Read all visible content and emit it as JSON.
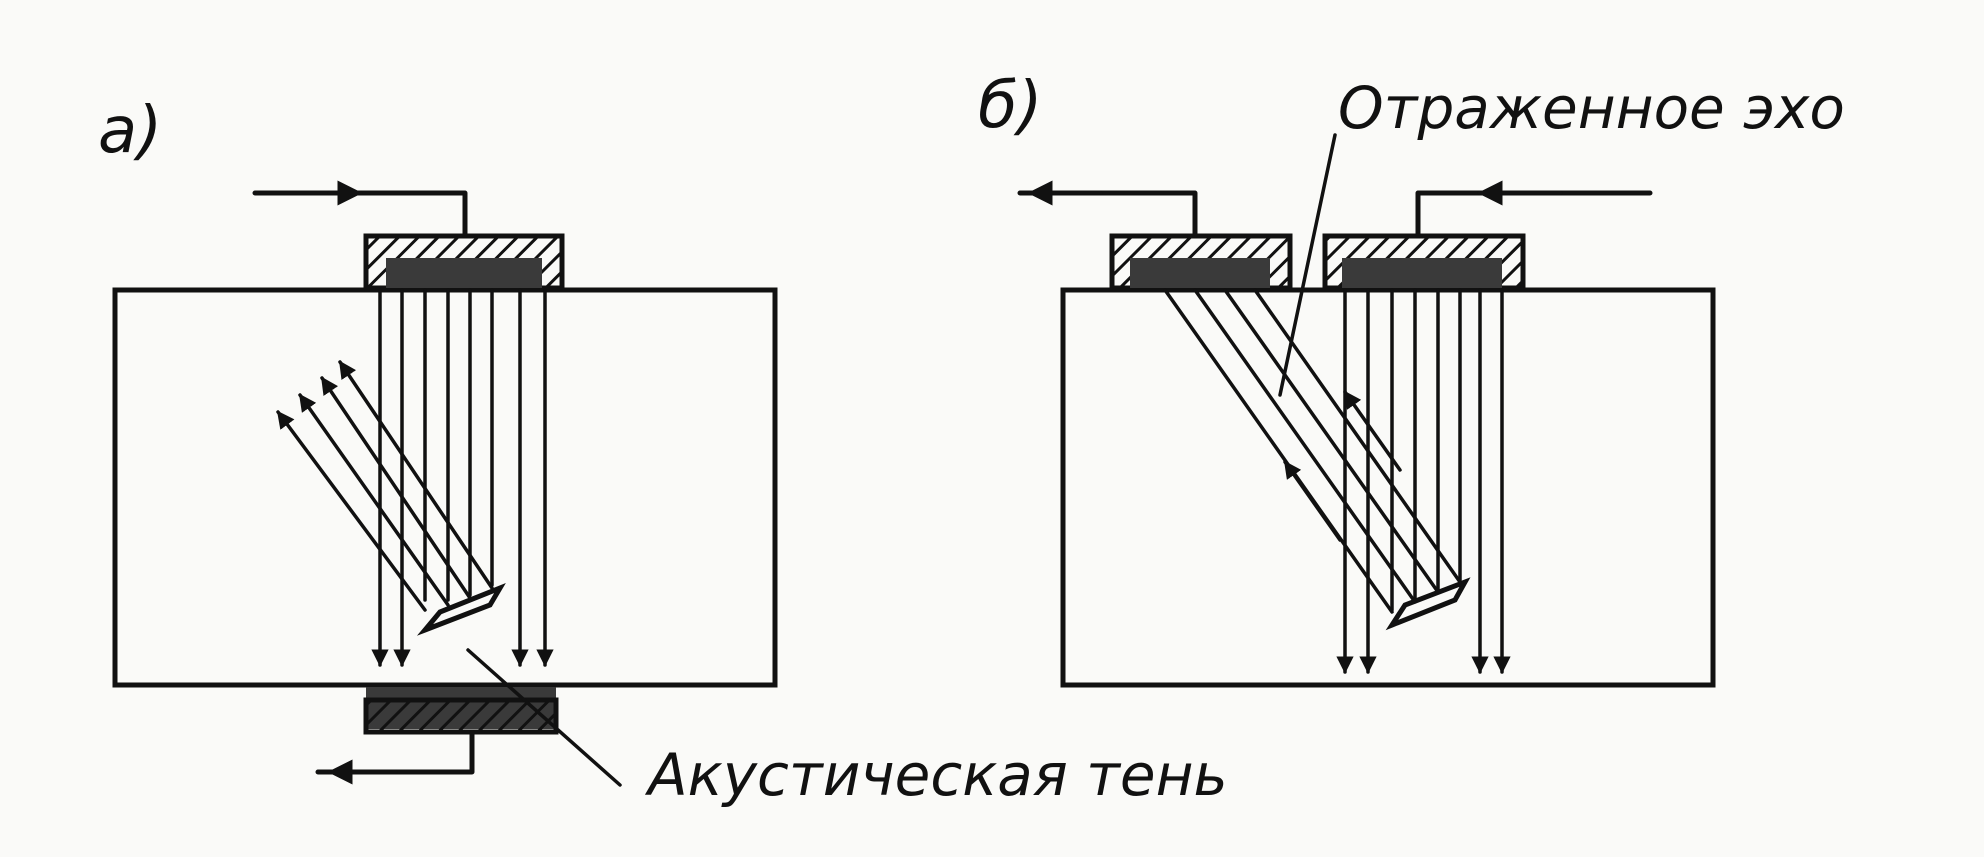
{
  "panels": {
    "a": {
      "label": "a)"
    },
    "b": {
      "label": "б)"
    }
  },
  "annotations": {
    "reflected_echo": "Отраженное эхо",
    "acoustic_shadow": "Акустическая тень"
  },
  "colors": {
    "ink": "#111111",
    "paper": "#fafaf8",
    "crystal_fill": "#3a3a3a"
  }
}
